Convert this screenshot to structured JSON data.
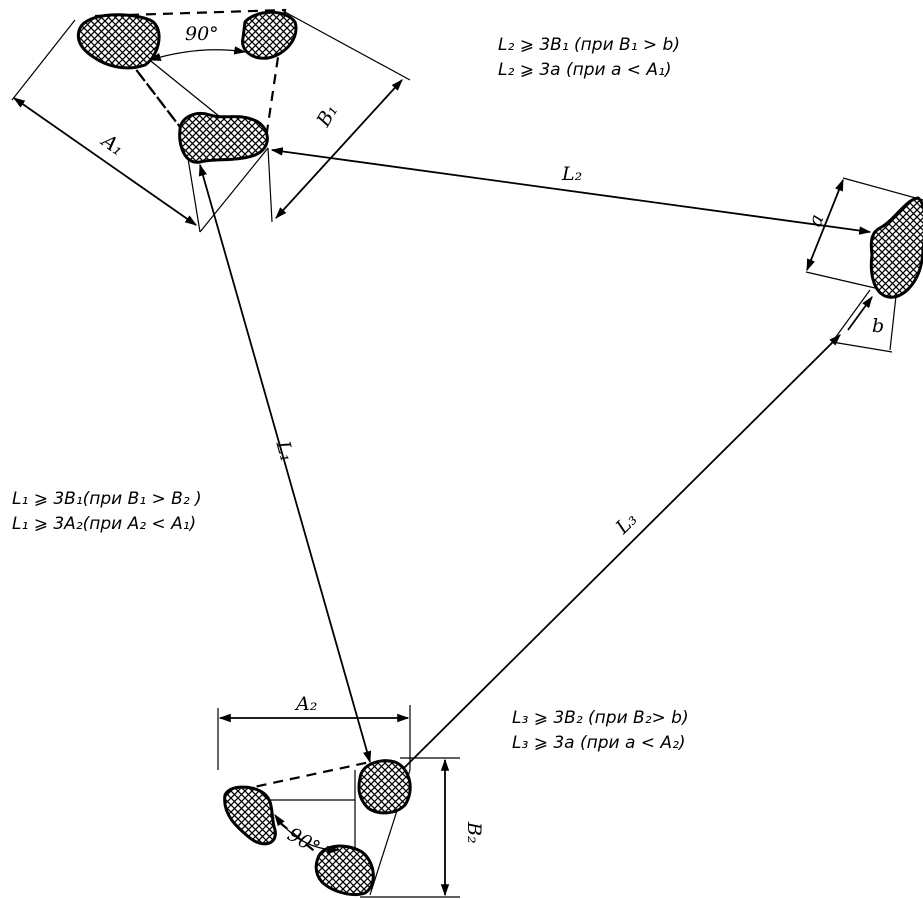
{
  "labels": {
    "A1": "A₁",
    "B1": "B₁",
    "A2": "A₂",
    "B2": "B₂",
    "a": "a",
    "b": "b",
    "L1": "L₁",
    "L2": "L₂",
    "L3": "L₃",
    "angle_top": "90°",
    "angle_bottom": "90°"
  },
  "notes": {
    "top_right": [
      "L₂ ⩾ 3B₁ (при B₁ > b)",
      "L₂ ⩾ 3a (при a < A₁)"
    ],
    "left": [
      "L₁ ⩾ 3B₁(при B₁ > B₂ )",
      "L₁ ⩾ 3A₂(при A₂ < A₁)"
    ],
    "bottom_right": [
      "L₃ ⩾ 3B₂ (при B₂> b)",
      "L₃ ⩾ 3a (при a < A₂)"
    ]
  }
}
